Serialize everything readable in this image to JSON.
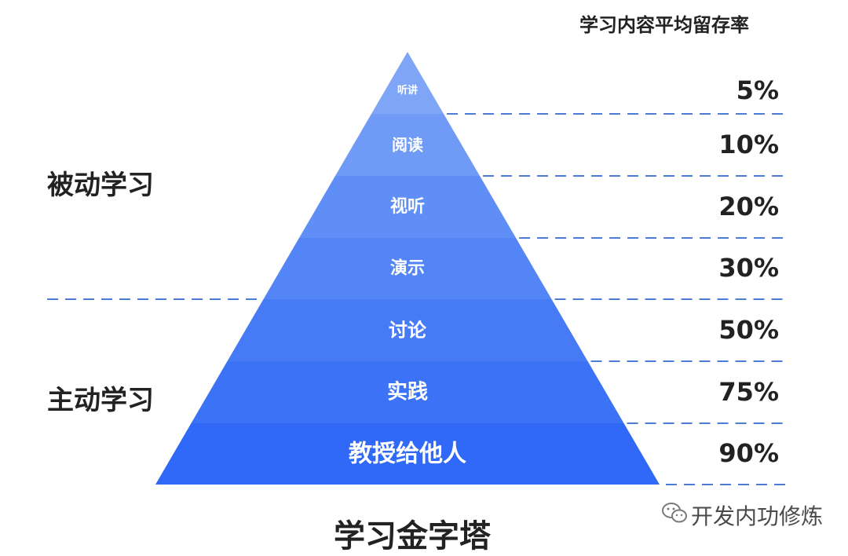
{
  "header": "学习内容平均留存率",
  "levels": [
    {
      "label": "听讲",
      "rate": "5%"
    },
    {
      "label": "阅读",
      "rate": "10%"
    },
    {
      "label": "视听",
      "rate": "20%"
    },
    {
      "label": "演示",
      "rate": "30%"
    },
    {
      "label": "讨论",
      "rate": "50%"
    },
    {
      "label": "实践",
      "rate": "75%"
    },
    {
      "label": "教授给他人",
      "rate": "90%"
    }
  ],
  "groups": {
    "passive": "被动学习",
    "active": "主动学习"
  },
  "title": "学习金字塔",
  "watermark": "开发内功修炼",
  "colors": {
    "tiers": [
      "#7fa6f6",
      "#6f9af6",
      "#5f8ef6",
      "#5385f6",
      "#477bf6",
      "#3c72f6",
      "#3069f7"
    ],
    "dash": "#4d7bd6"
  }
}
